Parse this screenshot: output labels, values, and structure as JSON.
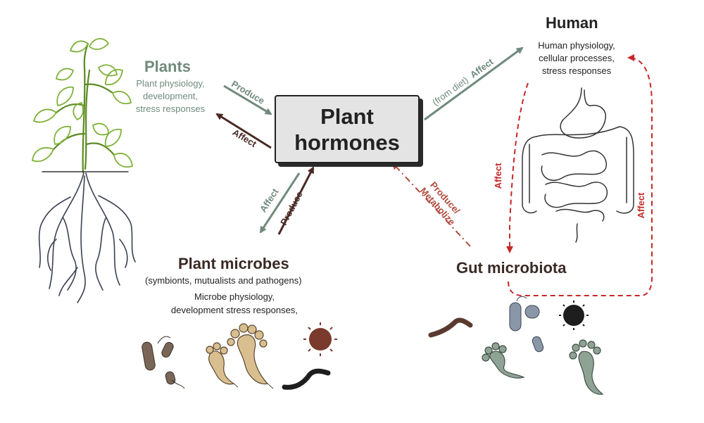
{
  "hub": {
    "line1": "Plant",
    "line2": "hormones"
  },
  "plants": {
    "title": "Plants",
    "desc": [
      "Plant physiology,",
      "development,",
      "stress responses"
    ]
  },
  "human": {
    "title": "Human",
    "desc": [
      "Human physiology,",
      "cellular processes,",
      "stress responses"
    ]
  },
  "plant_microbes": {
    "title": "Plant microbes",
    "subtitle": "(symbionts, mutualists and pathogens)",
    "desc": [
      "Microbe physiology,",
      "development stress responses,"
    ]
  },
  "gut": {
    "title": "Gut microbiota"
  },
  "arrows": {
    "plants_produce": "Produce",
    "hormones_affect_plants": "Affect",
    "hormones_affect_microbes": "Affect",
    "microbes_produce": "Produce",
    "from_diet": "(from diet)",
    "affect_human": "Affect",
    "gut_produce": "Produce/",
    "gut_metabolize": "Metabolize",
    "human_affect_gut": "Affect",
    "gut_affect_human": "Affect"
  },
  "colors": {
    "plants_green": "#6f8a7c",
    "affect_brown": "#4a2a24",
    "red_dashed": "#c62828",
    "gut_arrow_red": "#b04a3a"
  }
}
